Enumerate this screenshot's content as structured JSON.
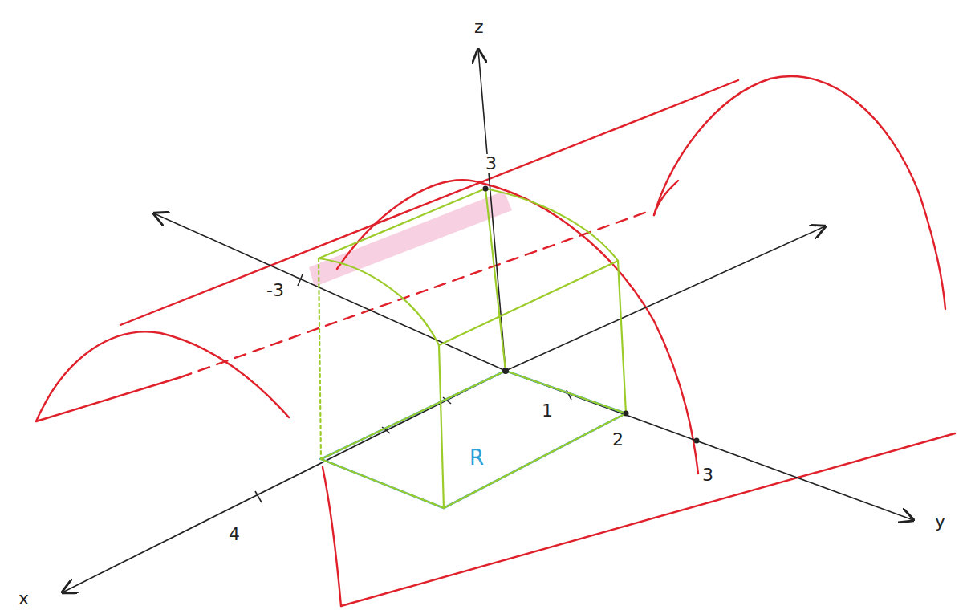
{
  "diagram": {
    "labels": [
      "z",
      "3",
      "-3",
      "1",
      "2",
      "3",
      "4",
      "y",
      "x",
      "R"
    ]
  }
}
